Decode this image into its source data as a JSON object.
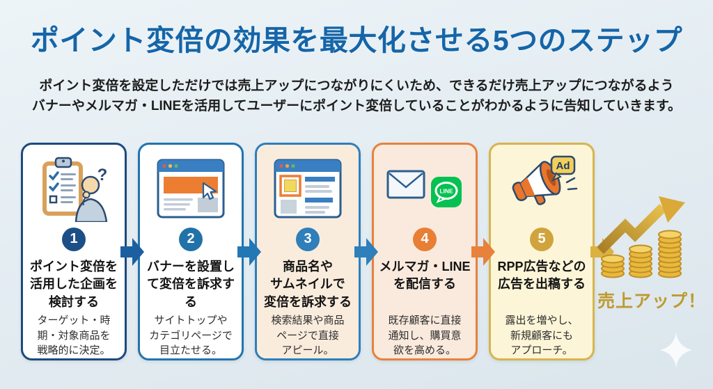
{
  "title": "ポイント変倍の効果を最大化させる5つのステップ",
  "subtitle_lines": [
    "ポイント変倍を設定しただけでは売上アップにつながりにくいため、できるだけ売上アップにつながるよう",
    "バナーやメルマガ・LINEを活用してユーザーにポイント変倍していることがわかるように告知していきます。"
  ],
  "steps": [
    {
      "number": "1",
      "icon": "thinking-person-checklist-icon",
      "heading_lines": [
        "ポイント変倍を",
        "活用した企画を",
        "検討する"
      ],
      "desc_lines": [
        "ターゲット・時",
        "期・対象商品を",
        "戦略的に決定。"
      ],
      "accent_color": "#1c4a7e",
      "background_color": "#ffffff"
    },
    {
      "number": "2",
      "icon": "banner-click-icon",
      "heading_lines": [
        "バナーを設置し",
        "て変倍を訴求す",
        "る"
      ],
      "desc_lines": [
        "サイトトップや",
        "カテゴリページで",
        "目立たせる。"
      ],
      "accent_color": "#2274ae",
      "background_color": "#ffffff"
    },
    {
      "number": "3",
      "icon": "product-thumbnail-icon",
      "heading_lines": [
        "商品名や",
        "サムネイルで",
        "変倍を訴求する"
      ],
      "desc_lines": [
        "検索結果や商品",
        "ページで直接",
        "アピール。"
      ],
      "accent_color": "#2e7fba",
      "background_color": "#faecdd"
    },
    {
      "number": "4",
      "icon": "email-and-line-icon",
      "icon_text": "LINE",
      "heading_lines": [
        "メルマガ・LINE",
        "を配信する"
      ],
      "desc_lines": [
        "既存顧客に直接",
        "通知し、購買意",
        "欲を高める。"
      ],
      "accent_color": "#e8813c",
      "background_color": "#faeadd"
    },
    {
      "number": "5",
      "icon": "megaphone-ad-icon",
      "icon_text": "Ad",
      "heading_lines": [
        "RPP広告などの",
        "広告を出稿する"
      ],
      "desc_lines": [
        "露出を増やし、",
        "新規顧客にも",
        "アプローチ。"
      ],
      "accent_color": "#d8b44e",
      "background_color": "#fdf5d7"
    }
  ],
  "goal": {
    "label": "売上アップ！",
    "icon": "growth-chart-coins-icon",
    "color": "#bf9a2e"
  },
  "colors": {
    "title": "#1565a8",
    "background": "#e6eef3",
    "arrow_colors": [
      "#1b5fa0",
      "#2277b5",
      "#2e7fba",
      "#e8813c",
      "#ddb042"
    ]
  }
}
